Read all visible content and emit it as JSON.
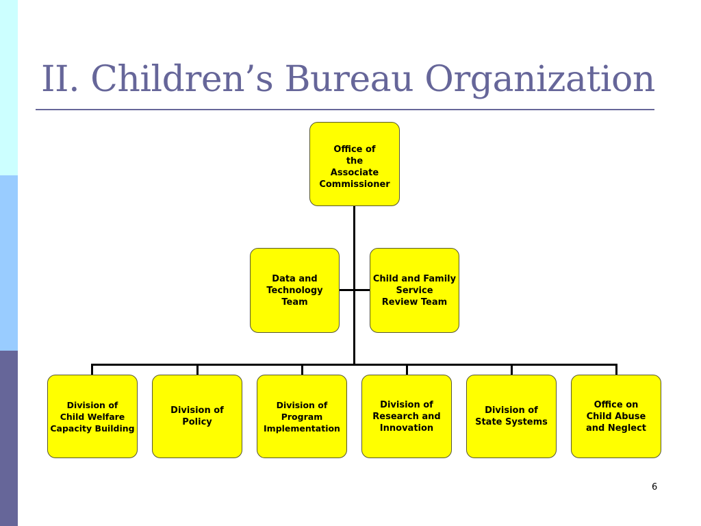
{
  "slide": {
    "title": "II. Children’s Bureau Organization",
    "page_number": "6"
  },
  "org_chart": {
    "top": {
      "label": "Office of\nthe\nAssociate Commissioner"
    },
    "staff": [
      {
        "label": "Data and\nTechnology\nTeam"
      },
      {
        "label": "Child and Family\nService\nReview Team"
      }
    ],
    "divisions": [
      {
        "label": "Division of\nChild Welfare\nCapacity Building"
      },
      {
        "label": "Division of\nPolicy"
      },
      {
        "label": "Division of\nProgram\nImplementation"
      },
      {
        "label": "Division of\nResearch and\nInnovation"
      },
      {
        "label": "Division of\nState Systems"
      },
      {
        "label": "Office on\nChild Abuse\nand Neglect"
      }
    ]
  },
  "colors": {
    "box_fill": "#ffff00",
    "title": "#666699",
    "side_bar": [
      "#ccffff",
      "#99ccff",
      "#666699"
    ]
  }
}
